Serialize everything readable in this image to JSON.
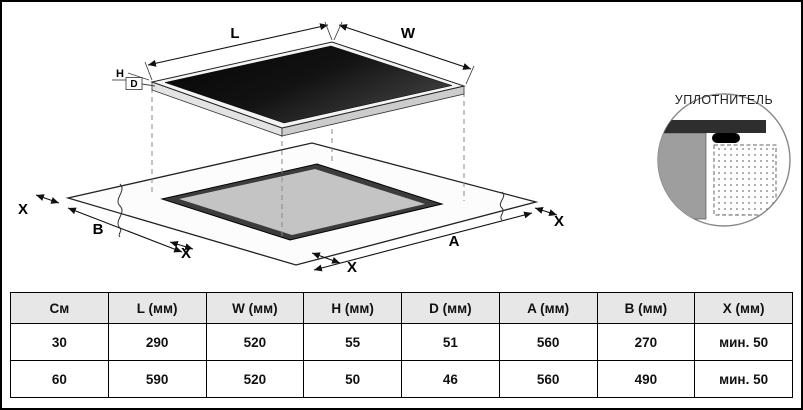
{
  "diagram": {
    "labels": {
      "L": "L",
      "W": "W",
      "H": "H",
      "D": "D",
      "A": "A",
      "B": "B",
      "X": "X"
    },
    "detail_label": "УПЛОТНИТЕЛЬ"
  },
  "table": {
    "headers": [
      "См",
      "L (мм)",
      "W (мм)",
      "H (мм)",
      "D (мм)",
      "A (мм)",
      "B (мм)",
      "X (мм)"
    ],
    "rows": [
      [
        "30",
        "290",
        "520",
        "55",
        "51",
        "560",
        "270",
        "мин. 50"
      ],
      [
        "60",
        "590",
        "520",
        "50",
        "46",
        "560",
        "490",
        "мин. 50"
      ]
    ]
  },
  "colors": {
    "glass_dark": "#0a0a0a",
    "table_header_bg": "#e7e7e7",
    "outline": "#111111",
    "cutout_wall": "#3c3c3c"
  }
}
